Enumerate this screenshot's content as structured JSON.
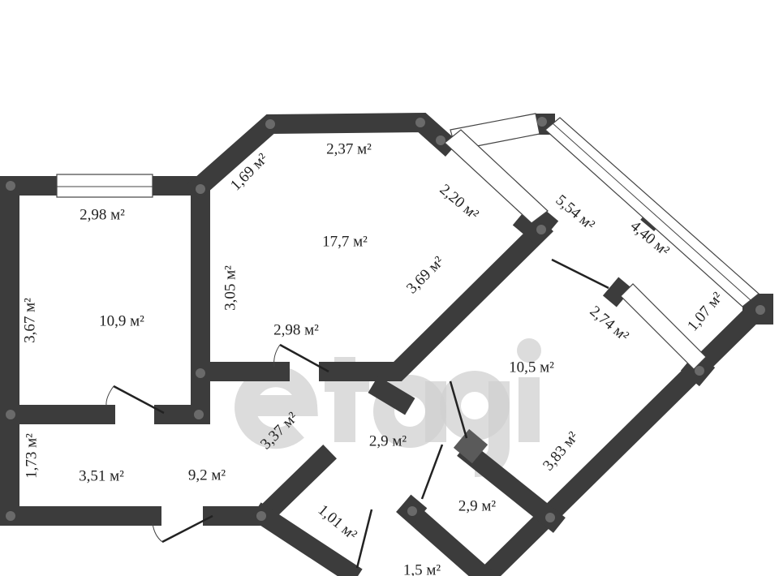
{
  "watermark": "etagi",
  "rooms": {
    "room_left": {
      "area": "10,9 м²",
      "top": "2,98 м²",
      "left": "3,67 м²"
    },
    "room_main": {
      "area": "17,7 м²",
      "diag_top": "1,69 м²",
      "top": "2,37 м²",
      "left": "3,05 м²",
      "bottom": "2,98 м²",
      "balcony_side": "2,20 м²",
      "right": "3,69 м²"
    },
    "balcony": {
      "a": "5,54 м²",
      "b": "4,40 м²",
      "c": "1,07 м²"
    },
    "kitchen": {
      "area": "10,5 м²",
      "window_side": "2,74 м²",
      "right": "3,83 м²"
    },
    "hall": {
      "area": "9,2 м²",
      "width": "3,51 м²",
      "left": "1,73 м²",
      "diag": "3,37 м²",
      "center": "2,9 м²"
    },
    "bath": {
      "area": "2,9 м²"
    },
    "wc": {
      "side": "1,01 м²",
      "area": "1,5 м²"
    }
  }
}
